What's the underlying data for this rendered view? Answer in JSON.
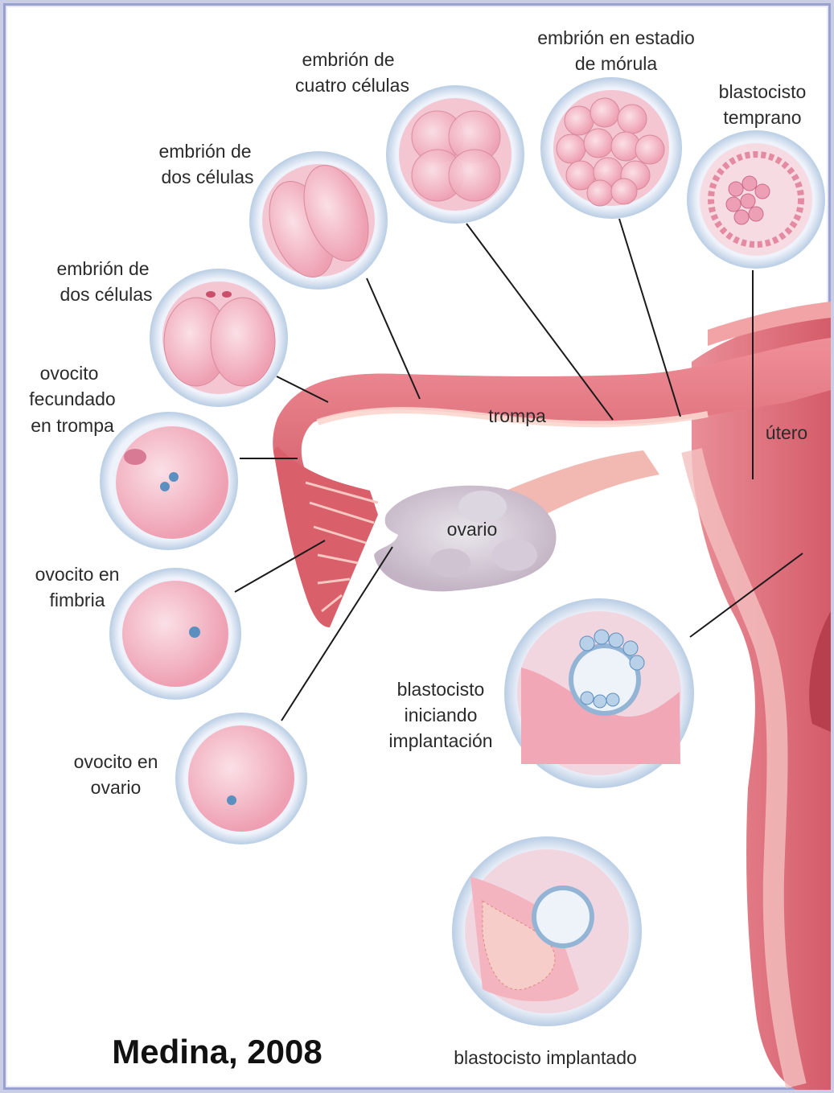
{
  "labels": {
    "four_cell": [
      "embrión de",
      "cuatro células"
    ],
    "morula": [
      "embrión en estadio",
      "de mórula"
    ],
    "early_blastocyst": [
      "blastocisto",
      "temprano"
    ],
    "two_cell_upper": [
      "embrión de",
      "dos células"
    ],
    "two_cell_lower": [
      "embrión de",
      "dos células"
    ],
    "fertilized": [
      "ovocito",
      "fecundado",
      "en trompa"
    ],
    "fimbria": [
      "ovocito en",
      "fimbria"
    ],
    "ovary_oocyte": [
      "ovocito en",
      "ovario"
    ],
    "implanting": [
      "blastocisto",
      "iniciando",
      "implantación"
    ],
    "implanted": "blastocisto implantado",
    "tube": "trompa",
    "uterus": "útero",
    "ovary": "ovario"
  },
  "credit": "Medina, 2008",
  "colors": {
    "tissue": "#e7848d",
    "tissue_dark": "#c9525e",
    "tissue_light": "#f6c3c3",
    "cell": "#f6c0cc",
    "cell_ring": "#cfe0f0",
    "nucleus": "#5a8fc0",
    "frame": "#9aa0d0"
  }
}
